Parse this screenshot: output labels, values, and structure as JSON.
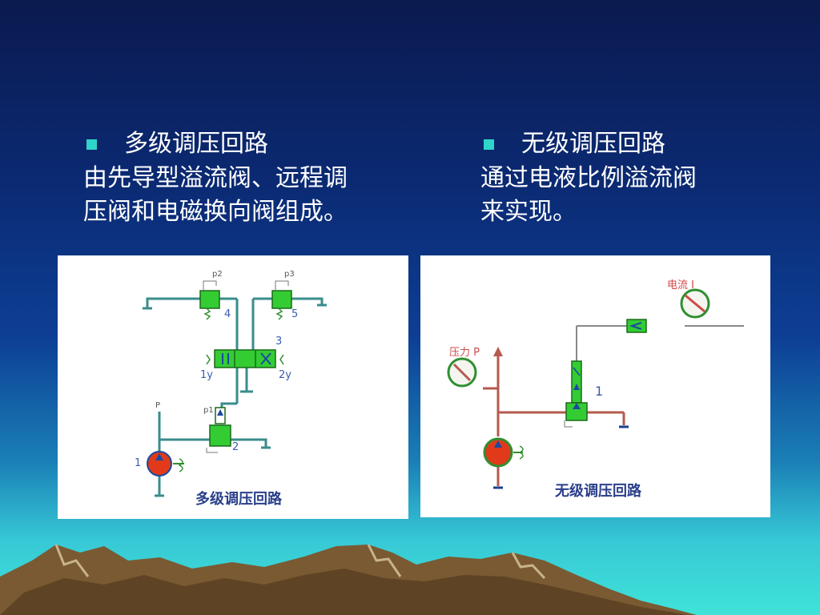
{
  "left": {
    "heading": "多级调压回路",
    "description_line1": "由先导型溢流阀、远程调",
    "description_line2": "压阀和电磁换向阀组成。"
  },
  "right": {
    "heading": "无级调压回路",
    "description_line1": "通过电液比例溢流阀",
    "description_line2": "来实现。"
  },
  "left_diagram": {
    "caption": "多级调压回路",
    "label_p2": "p2",
    "label_p3": "p3",
    "label_4": "4",
    "label_5": "5",
    "label_3": "3",
    "label_1y": "1y",
    "label_2y": "2y",
    "label_P": "P",
    "label_p1": "p1",
    "label_2": "2",
    "label_1": "1"
  },
  "right_diagram": {
    "caption": "无级调压回路",
    "label_current": "电流 I",
    "label_pressure": "压力 P",
    "label_1": "1"
  },
  "colors": {
    "bullet": "#2fd5c9",
    "valve_green": "#33cc33",
    "pipe_teal": "#3a8c8c",
    "pipe_red": "#b55a4e",
    "pump_red": "#e03a1a"
  }
}
